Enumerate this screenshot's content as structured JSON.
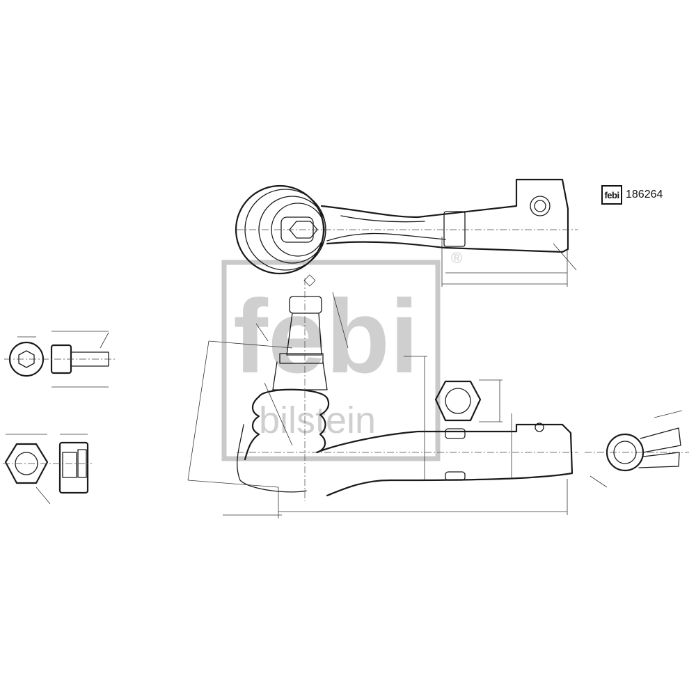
{
  "brand": {
    "logo_text": "febi",
    "watermark_text": "febi",
    "watermark_subtext": "bilstein",
    "watermark_mark": "®"
  },
  "part": {
    "number": "186264"
  },
  "icons": {
    "brand_logo": "febi-logo-icon"
  },
  "colors": {
    "line": "#1a1a1a",
    "watermark": "#c9c9c9",
    "background": "#ffffff"
  }
}
